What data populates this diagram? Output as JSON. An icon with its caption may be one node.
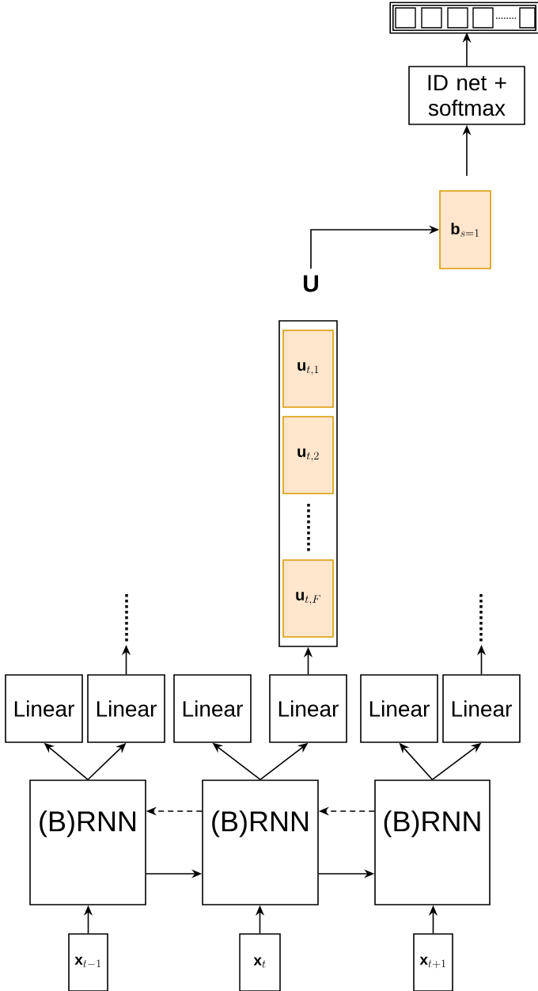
{
  "diagram": {
    "nodes": [
      {
        "text": [],
        "shape": "box"
      },
      {
        "text": [
          "ID net + softmax"
        ]
      },
      {
        "text": [
          "\\mathbf{b}_{s=1}"
        ]
      },
      {
        "text": [
          "\\mathbf{U}"
        ]
      },
      {
        "text": [],
        "shape": "box"
      },
      {
        "text": [
          "\\mathbf{u}_{t,1}"
        ],
        "in": 4
      },
      {
        "text": [
          "\\mathbf{u}_{t,2}"
        ],
        "in": 4
      },
      {
        "text": [
          "\\mathbf{u}_{t,F}"
        ],
        "in": 4
      },
      {
        "text": [
          "Linear"
        ]
      },
      {
        "text": [
          "Linear"
        ]
      },
      {
        "text": [
          "Linear"
        ]
      },
      {
        "text": [
          "Linear"
        ]
      },
      {
        "text": [
          "Linear"
        ]
      },
      {
        "text": [
          "Linear"
        ]
      },
      {
        "text": [
          "(B)RNN"
        ]
      },
      {
        "text": [
          "(B)RNN"
        ]
      },
      {
        "text": [
          "(B)RNN"
        ]
      },
      {
        "text": [
          "\\mathbf{x}_{t-1}"
        ]
      },
      {
        "text": [
          "\\mathbf{x}_{t}"
        ]
      },
      {
        "text": [
          "\\mathbf{x}_{t+1}"
        ]
      }
    ],
    "edges": [
      {
        "from": 1,
        "to": 0,
        "arrow": "to"
      },
      {
        "from": null,
        "to": 1,
        "arrow": "to"
      },
      {
        "from": 3,
        "to": 2,
        "arrow": "to"
      },
      {
        "from": 11,
        "to": 4,
        "arrow": "to"
      },
      {
        "from": 9,
        "to": null,
        "arrow": "to"
      },
      {
        "from": 13,
        "to": null,
        "arrow": "to"
      },
      {
        "from": 14,
        "to": 8,
        "arrow": "to"
      },
      {
        "from": 14,
        "to": 9,
        "arrow": "to"
      },
      {
        "from": 15,
        "to": 10,
        "arrow": "to"
      },
      {
        "from": 15,
        "to": 11,
        "arrow": "to"
      },
      {
        "from": 16,
        "to": 12,
        "arrow": "to"
      },
      {
        "from": 16,
        "to": 13,
        "arrow": "to"
      },
      {
        "from": 14,
        "to": 15,
        "arrow": "to"
      },
      {
        "from": 15,
        "to": 16,
        "arrow": "to"
      },
      {
        "from": 15,
        "to": 14,
        "arrow": "to",
        "style": "dashed"
      },
      {
        "from": 16,
        "to": 15,
        "arrow": "to",
        "style": "dashed"
      },
      {
        "from": 17,
        "to": 14,
        "arrow": "to"
      },
      {
        "from": 18,
        "to": 15,
        "arrow": "to"
      },
      {
        "from": 19,
        "to": 16,
        "arrow": "to"
      }
    ]
  }
}
